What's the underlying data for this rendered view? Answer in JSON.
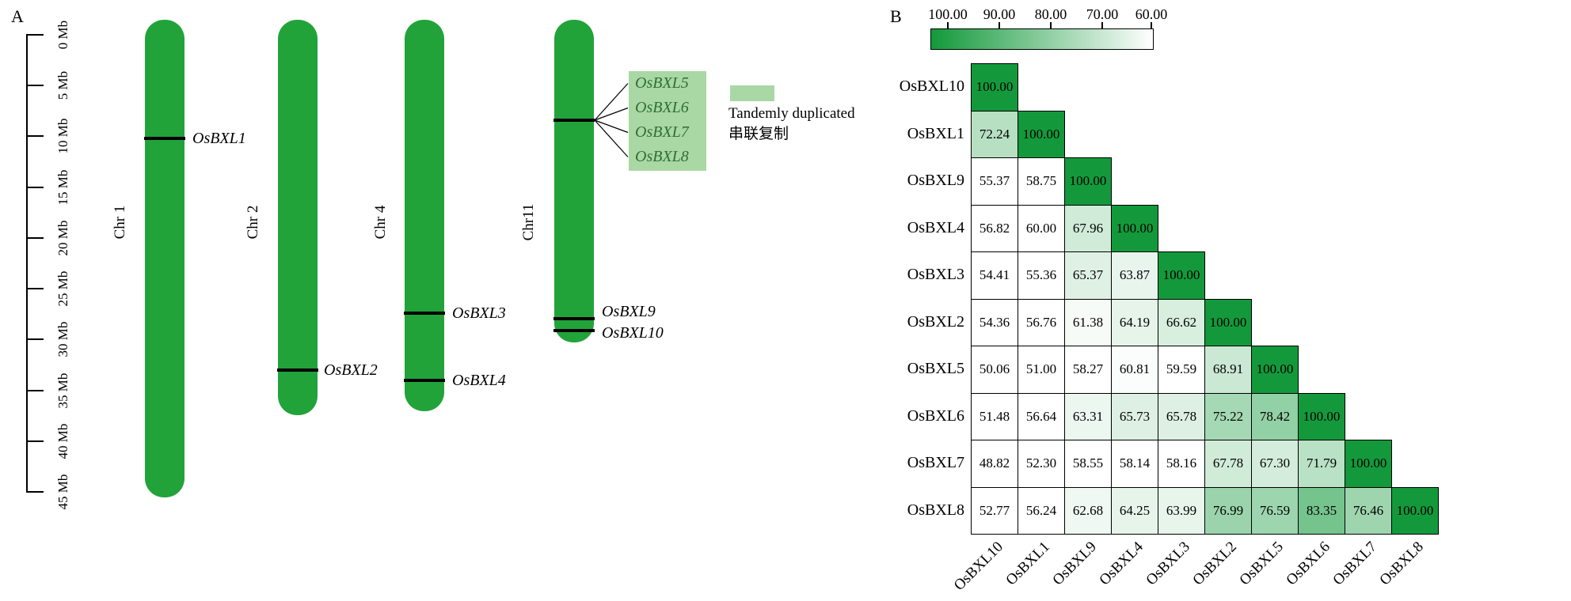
{
  "figure": {
    "panel_a_label": "A",
    "panel_b_label": "B"
  },
  "colors": {
    "chromosome_green": "#21a33a",
    "heat_green": "#13993b",
    "tandem_green": "#a9d8a4",
    "tandem_text_green": "#2f6e35"
  },
  "panel_a": {
    "ruler_ticks": [
      {
        "mb": 0,
        "label": "0 Mb"
      },
      {
        "mb": 5,
        "label": "5 Mb"
      },
      {
        "mb": 10,
        "label": "10 Mb"
      },
      {
        "mb": 15,
        "label": "15 Mb"
      },
      {
        "mb": 20,
        "label": "20 Mb"
      },
      {
        "mb": 25,
        "label": "25 Mb"
      },
      {
        "mb": 30,
        "label": "30 Mb"
      },
      {
        "mb": 35,
        "label": "35 Mb"
      },
      {
        "mb": 40,
        "label": "40 Mb"
      },
      {
        "mb": 45,
        "label": "45 Mb"
      }
    ],
    "chromosomes": [
      {
        "name": "Chr 1",
        "approx_length_mb": 45,
        "genes": [
          {
            "name": "OsBXL1",
            "approx_mb": 10.2
          }
        ]
      },
      {
        "name": "Chr 2",
        "approx_length_mb": 37,
        "genes": [
          {
            "name": "OsBXL2",
            "approx_mb": 33.0
          }
        ]
      },
      {
        "name": "Chr 4",
        "approx_length_mb": 37,
        "genes": [
          {
            "name": "OsBXL3",
            "approx_mb": 27.4
          },
          {
            "name": "OsBXL4",
            "approx_mb": 34.0
          }
        ]
      },
      {
        "name": "Chr11",
        "approx_length_mb": 30,
        "genes": [
          {
            "name": "OsBXL9",
            "approx_mb": 28.0
          },
          {
            "name": "OsBXL10",
            "approx_mb": 29.1
          }
        ]
      }
    ],
    "tandem_cluster": {
      "chromosome": "Chr11",
      "approx_mb": 8.4,
      "genes": [
        "OsBXL5",
        "OsBXL6",
        "OsBXL7",
        "OsBXL8"
      ]
    },
    "legend": {
      "line1": "Tandemly duplicated",
      "line2": "串联复制"
    }
  },
  "panel_b": {
    "colorbar": {
      "tick_labels": [
        "100.00",
        "90.00",
        "80.00",
        "70.00",
        "60.00"
      ],
      "min": 60,
      "max": 100
    }
  },
  "chart_data": {
    "type": "heatmap",
    "title": "",
    "labels": [
      "OsBXL10",
      "OsBXL1",
      "OsBXL9",
      "OsBXL4",
      "OsBXL3",
      "OsBXL2",
      "OsBXL5",
      "OsBXL6",
      "OsBXL7",
      "OsBXL8"
    ],
    "matrix_lower_triangle": [
      [
        100.0
      ],
      [
        72.24,
        100.0
      ],
      [
        55.37,
        58.75,
        100.0
      ],
      [
        56.82,
        60.0,
        67.96,
        100.0
      ],
      [
        54.41,
        55.36,
        65.37,
        63.87,
        100.0
      ],
      [
        54.36,
        56.76,
        61.38,
        64.19,
        66.62,
        100.0
      ],
      [
        50.06,
        51.0,
        58.27,
        60.81,
        59.59,
        68.91,
        100.0
      ],
      [
        51.48,
        56.64,
        63.31,
        65.73,
        65.78,
        75.22,
        78.42,
        100.0
      ],
      [
        48.82,
        52.3,
        58.55,
        58.14,
        58.16,
        67.78,
        67.3,
        71.79,
        100.0
      ],
      [
        52.77,
        56.24,
        62.68,
        64.25,
        63.99,
        76.99,
        76.59,
        83.35,
        76.46,
        100.0
      ]
    ],
    "colorbar_ticks": [
      100,
      90,
      80,
      70,
      60
    ],
    "color_scale": {
      "max_color": "#13993b",
      "min_color": "#ffffff",
      "domain": [
        60,
        100
      ]
    },
    "legend_position": "top"
  }
}
